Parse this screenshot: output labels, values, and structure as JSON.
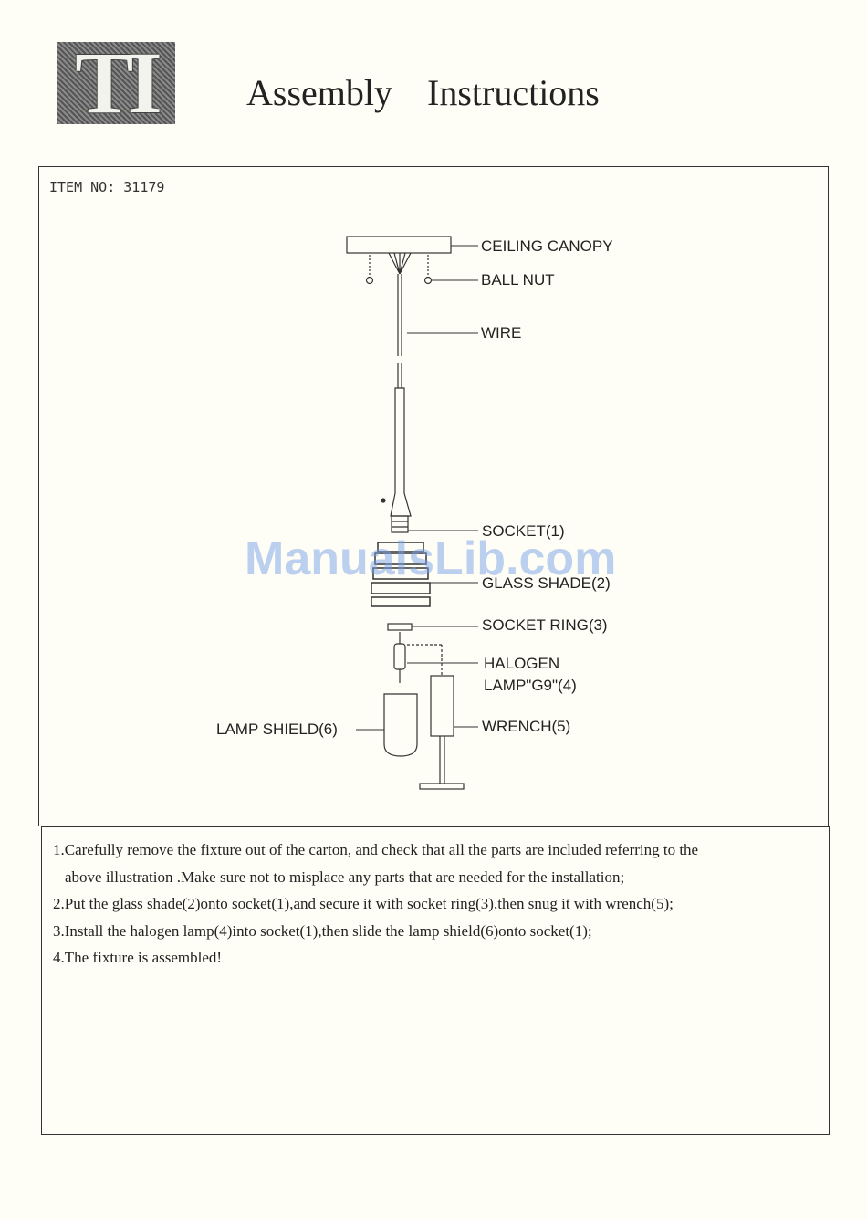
{
  "header": {
    "logo_text": "TI",
    "title": "Assembly Instructions"
  },
  "item": {
    "label": "ITEM NO: 31179"
  },
  "diagram": {
    "parts": {
      "ceiling_canopy": "CEILING CANOPY",
      "ball_nut": "BALL NUT",
      "wire": "WIRE",
      "socket": "SOCKET(1)",
      "glass_shade": "GLASS SHADE(2)",
      "socket_ring": "SOCKET RING(3)",
      "halogen_line1": "HALOGEN",
      "halogen_line2": "LAMP\"G9\"(4)",
      "wrench": "WRENCH(5)",
      "lamp_shield": "LAMP SHIELD(6)"
    }
  },
  "watermark": "ManualsLib.com",
  "instructions": {
    "step1_line1": "1.Carefully remove the fixture out of the carton, and check that all the parts are included referring to the",
    "step1_line2": "above illustration .Make sure not to misplace any parts that are needed for the installation;",
    "step2": "2.Put the glass shade(2)onto socket(1),and secure it with socket ring(3),then snug it with wrench(5);",
    "step3": "3.Install the halogen lamp(4)into socket(1),then slide the lamp shield(6)onto socket(1);",
    "step4": "4.The fixture is assembled!"
  }
}
